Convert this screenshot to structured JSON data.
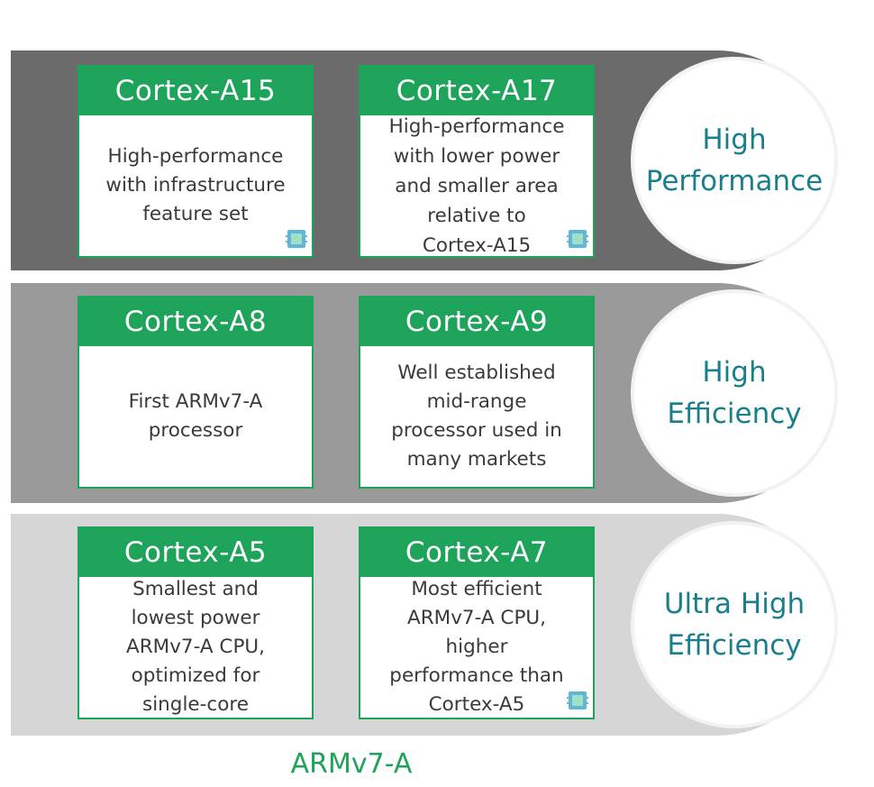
{
  "rows": [
    {
      "category": "High\nPerformance",
      "cards": [
        {
          "title": "Cortex-A15",
          "desc": "High-performance\nwith infrastructure\nfeature set",
          "icon": "chip-icon"
        },
        {
          "title": "Cortex-A17",
          "desc": "High-performance\nwith lower power\nand smaller area\nrelative to\nCortex-A15",
          "icon": "chip-icon"
        }
      ]
    },
    {
      "category": "High\nEfficiency",
      "cards": [
        {
          "title": "Cortex-A8",
          "desc": "First ARMv7-A\nprocessor"
        },
        {
          "title": "Cortex-A9",
          "desc": "Well established\nmid-range\nprocessor used in\nmany markets"
        }
      ]
    },
    {
      "category": "Ultra High\nEfficiency",
      "cards": [
        {
          "title": "Cortex-A5",
          "desc": "Smallest and\nlowest power\nARMv7-A CPU,\noptimized for\nsingle-core"
        },
        {
          "title": "Cortex-A7",
          "desc": "Most efficient\nARMv7-A CPU,\nhigher\nperformance than\nCortex-A5",
          "icon": "chip-icon"
        }
      ]
    }
  ],
  "footer": "ARMv7-A",
  "colors": {
    "green": "#1ea35a",
    "teal_text": "#1a7f8c",
    "row_dark": "#6b6b6b",
    "row_mid": "#9a9a9a",
    "row_light": "#d6d6d6"
  }
}
